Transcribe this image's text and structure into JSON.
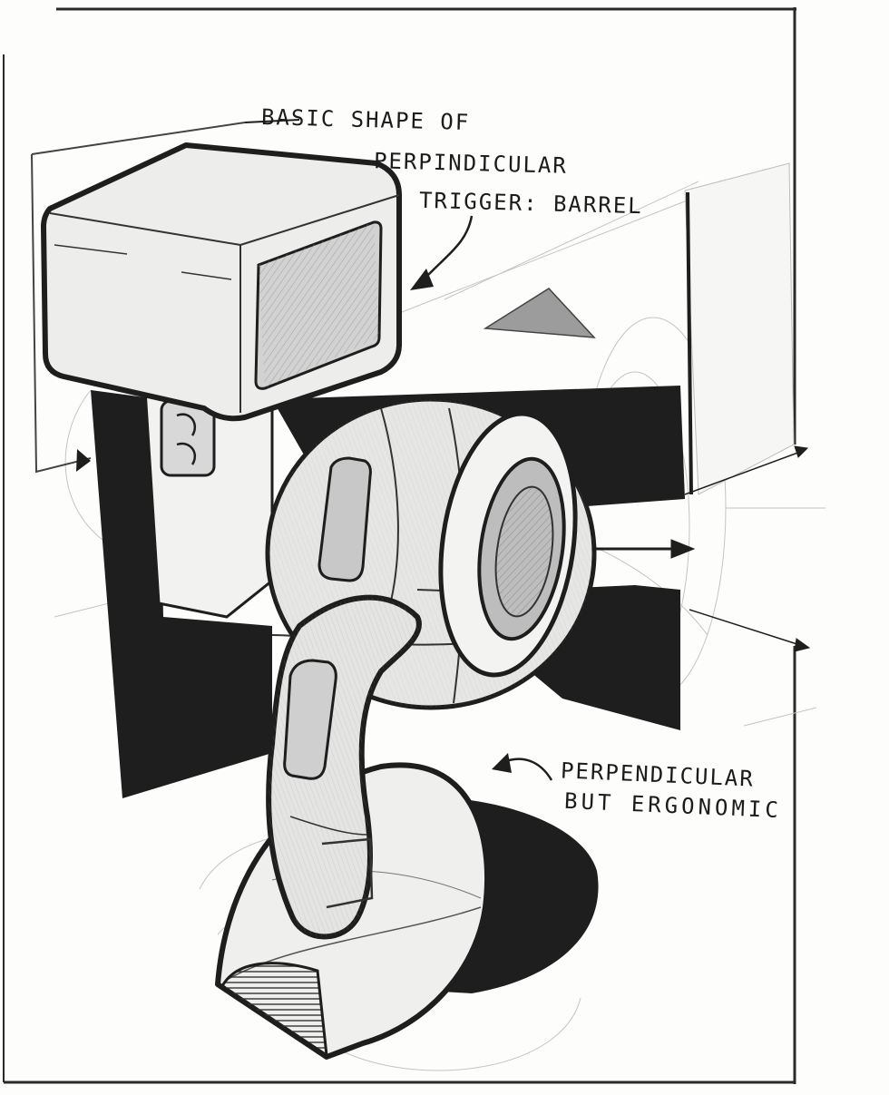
{
  "annotations": {
    "top_line1": "BASIC SHAPE OF",
    "top_line2": "PERPINDICULAR",
    "top_line3": "TRIGGER: BARREL",
    "bottom_line1": "PERPENDICULAR",
    "bottom_line2": "BUT ERGONOMIC"
  },
  "colors": {
    "ink": "#1e1e1e",
    "paper": "#fdfdfb",
    "pencil": "#b9b9b9",
    "light_gray": "#d9d9d9",
    "mid_gray": "#a9a9a9"
  }
}
